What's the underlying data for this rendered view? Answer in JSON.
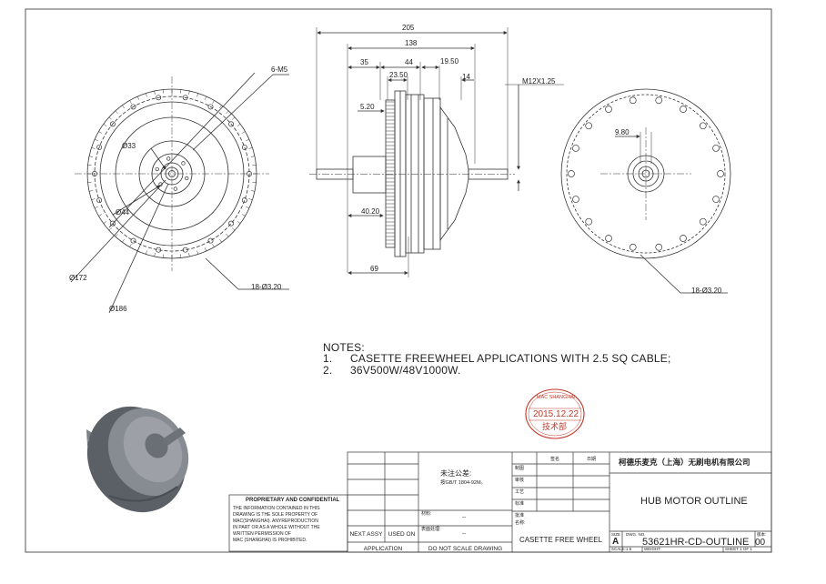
{
  "dimensions": {
    "d205": "205",
    "d138": "138",
    "d35": "35",
    "d44": "44",
    "d2350": "23.50",
    "d1950": "19.50",
    "d14": "14",
    "m12": "M12X1.25",
    "d520": "5.20",
    "d4020": "40.20",
    "d69": "69",
    "d980": "9.80",
    "m5": "6-M5",
    "dia33": "Ø33",
    "dia44": "Ø44",
    "dia172": "Ø172",
    "dia186": "Ø186",
    "holes_left": "18-Ø3.20",
    "holes_right": "18-Ø3.20"
  },
  "notes": {
    "title": "NOTES:",
    "items": [
      {
        "num": "1.",
        "text": "CASETTE FREEWHEEL APPLICATIONS WITH 2.5 SQ CABLE;"
      },
      {
        "num": "2.",
        "text": "36V500W/48V1000W."
      }
    ]
  },
  "stamp": {
    "top": "MAC SHANGHAI",
    "date": "2015.12.22",
    "dept": "技术部"
  },
  "proprietary": {
    "title": "PROPRIETARY AND CONFIDENTIAL",
    "lines": [
      "THE INFORMATION CONTAINED IN THIS",
      "DRAWING IS THE SOLE PROPERTY OF",
      "MAC(SHANGHAI). ANYREPRODUCTION",
      "IN PART OR AS A WHOLE WITHOUT THE",
      "WRITTEN PERMISSION OF",
      "MAC (SHANGHAI) IS PROHIBITED."
    ]
  },
  "title_block": {
    "next_assy": "NEXT ASSY",
    "used_on": "USED ON",
    "application": "APPLICATION",
    "tolerance_title": "未注公差:",
    "tolerance_std": "按GB/T 1804-92M。",
    "material_label": "材料:",
    "material_value": "--",
    "surface_label": "表面处理:",
    "surface_value": "--",
    "no_scale": "DO NOT SCALE DRAWING",
    "sign_header": "签名",
    "date_header": "日期",
    "roles": [
      "制图",
      "审核",
      "工艺",
      "标准",
      "批准"
    ],
    "name_label": "名称:",
    "part_name": "CASETTE FREE WHEEL",
    "company": "柯德乐麦克（上海）无刷电机有限公司",
    "drawing_title": "HUB MOTOR OUTLINE",
    "size_label": "SIZE",
    "size_value": "A",
    "dwg_no_label": "DWG. NO.",
    "dwg_no": "53621HR-CD-OUTLINE",
    "rev_label": "版本:",
    "rev": "00",
    "scale": "SCALE:1:6",
    "weight": "WEIGHT:",
    "sheet": "SHEET 1 OF 1"
  },
  "colors": {
    "line": "#333333",
    "stamp": "#c0392b",
    "motor_body": "#6e7278",
    "motor_dark": "#4a4e54"
  }
}
